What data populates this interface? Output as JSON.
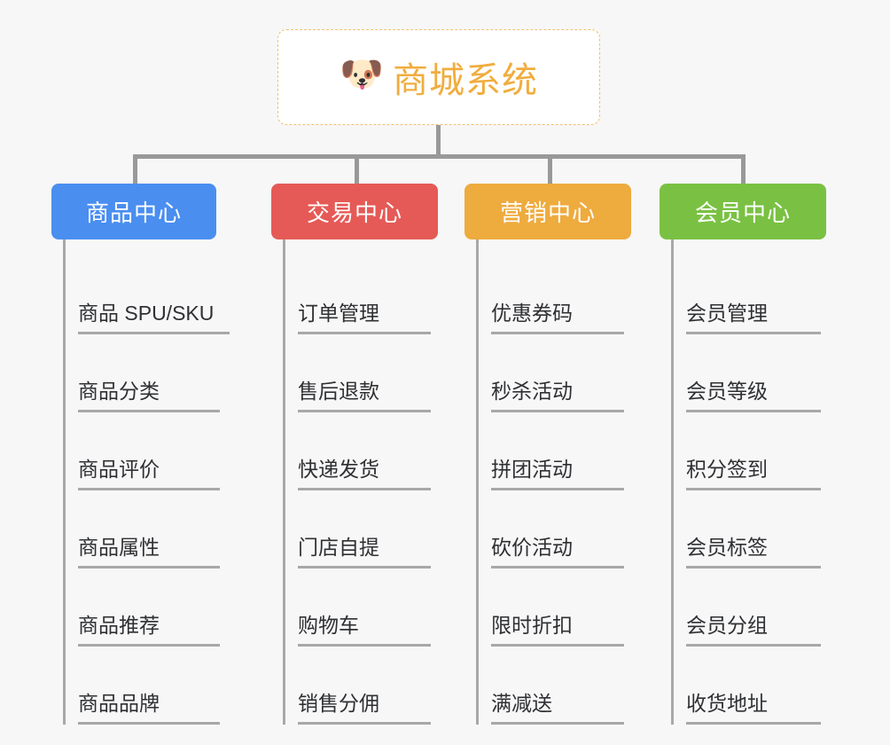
{
  "diagram": {
    "type": "mindmap-tree",
    "background_color": "#f7f7f7",
    "root": {
      "icon": "shiba-dog-face-icon",
      "icon_glyph": "🐶",
      "title": "商城系统",
      "title_color": "#f0ad3e",
      "border_color": "#f0c070",
      "background_color": "#ffffff"
    },
    "branches": [
      {
        "title": "商品中心",
        "color": "#4a8ef0",
        "leaves": [
          "商品 SPU/SKU",
          "商品分类",
          "商品评价",
          "商品属性",
          "商品推荐",
          "商品品牌"
        ]
      },
      {
        "title": "交易中心",
        "color": "#e55a56",
        "leaves": [
          "订单管理",
          "售后退款",
          "快递发货",
          "门店自提",
          "购物车",
          "销售分佣"
        ]
      },
      {
        "title": "营销中心",
        "color": "#eeab3e",
        "leaves": [
          "优惠券码",
          "秒杀活动",
          "拼团活动",
          "砍价活动",
          "限时折扣",
          "满减送"
        ]
      },
      {
        "title": "会员中心",
        "color": "#78c council"
      }
    ]
  }
}
